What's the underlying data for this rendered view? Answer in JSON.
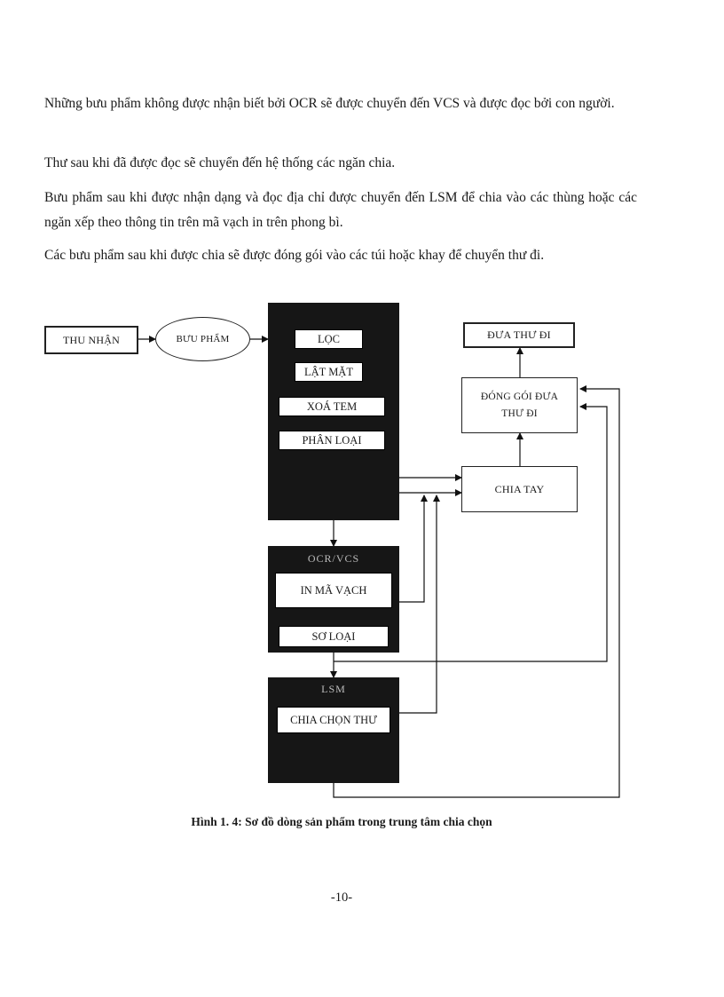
{
  "paragraphs": [
    "Những bưu phẩm không được nhận biết bởi OCR sẽ được chuyển đến VCS và được đọc bởi con người.",
    "Thư sau khi đã được đọc sẽ chuyển đến hệ thống các ngăn chia.",
    "Bưu phẩm sau khi được nhận dạng và đọc địa chỉ được chuyển đến LSM để chia vào các thùng hoặc các ngăn xếp theo thông tin trên mã vạch in trên phong bì.",
    "Các bưu phẩm sau khi được chia sẽ được đóng gói vào các túi hoặc khay để chuyển thư đi."
  ],
  "diagram": {
    "thu_nhan": "THU NHẬN",
    "buu_pham": "BƯU PHẨM",
    "block1_steps": [
      "LỌC",
      "LẬT MẶT",
      "XOÁ TEM",
      "PHÂN LOẠI"
    ],
    "block2_title": "OCR/VCS",
    "block2_steps": [
      "IN MÃ VẠCH",
      "SƠ LOẠI"
    ],
    "block3_title": "LSM",
    "block3_steps": [
      "CHIA CHỌN THƯ"
    ],
    "chia_tay": "CHIA TAY",
    "dong_goi": "ĐÓNG GÓI ĐƯA THƯ ĐI",
    "dua_thu_di": "ĐƯA THƯ ĐI"
  },
  "caption": "Hình 1. 4: Sơ đồ dòng sản phẩm trong trung tâm chia chọn",
  "page_number": "-10-"
}
